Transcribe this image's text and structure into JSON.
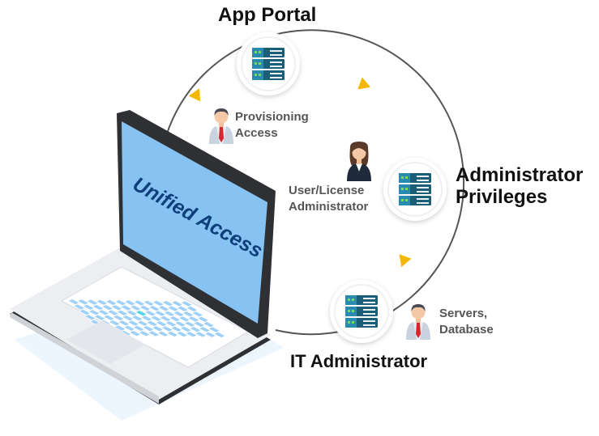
{
  "diagram": {
    "laptop_screen_text": "Unified Access",
    "nodes": {
      "app_portal": {
        "title": "App Portal"
      },
      "admin_privileges": {
        "title_line1": "Administrator",
        "title_line2": "Privileges"
      },
      "it_admin": {
        "title": "IT Administrator"
      }
    },
    "roles": {
      "provisioning": {
        "line1": "Provisioning",
        "line2": "Access"
      },
      "user_license": {
        "line1": "User/License",
        "line2": "Administrator"
      },
      "servers": {
        "line1": "Servers,",
        "line2": "Database"
      }
    }
  },
  "colors": {
    "accent_arrow": "#f5b800",
    "server_body": "#1a5e78",
    "server_light": "#2a8bb0",
    "led_green": "#7ed957",
    "screen_fill": "#86c2f2",
    "laptop_dark": "#2f3033",
    "key_fill": "#9fd0f7",
    "key_highlight": "#4fd6e6",
    "title_color": "#111111",
    "role_color": "#555555"
  },
  "icons": {
    "server": "server-icon",
    "person_male": "man-avatar-icon",
    "person_female": "woman-avatar-icon",
    "arrow": "arrow-head-icon",
    "laptop": "laptop-icon"
  }
}
